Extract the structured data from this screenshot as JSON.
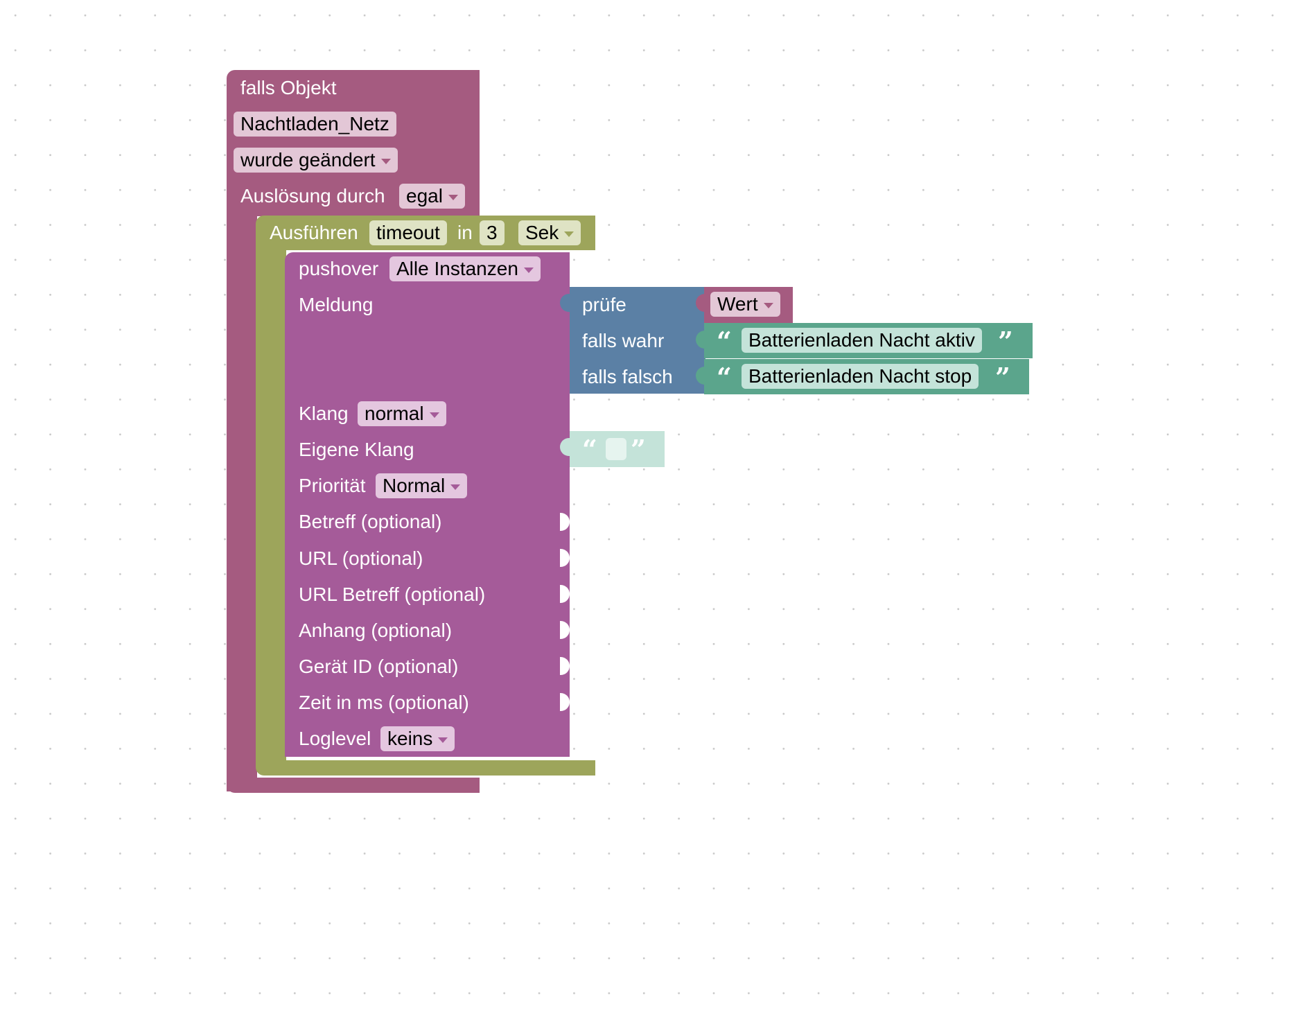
{
  "trigger_block": {
    "title": "falls Objekt",
    "object_id": "Nachtladen_Netz",
    "condition": "wurde geändert",
    "trigger_label": "Auslösung durch",
    "trigger_value": "egal"
  },
  "timeout_block": {
    "label": "Ausführen",
    "name": "timeout",
    "in_label": "in",
    "delay": "3",
    "unit": "Sek"
  },
  "pushover_block": {
    "label": "pushover",
    "instance": "Alle Instanzen",
    "message_label": "Meldung",
    "sound_label": "Klang",
    "sound_value": "normal",
    "own_sound_label": "Eigene Klang",
    "priority_label": "Priorität",
    "priority_value": "Normal",
    "subject_label": "Betreff (optional)",
    "url_label": "URL (optional)",
    "url_title_label": "URL Betreff (optional)",
    "attachment_label": "Anhang (optional)",
    "device_label": "Gerät ID (optional)",
    "time_label": "Zeit in ms (optional)",
    "loglevel_label": "Loglevel",
    "loglevel_value": "keins"
  },
  "ternary_block": {
    "check_label": "prüfe",
    "true_label": "falls wahr",
    "false_label": "falls falsch"
  },
  "value_block": {
    "value": "Wert"
  },
  "text_true": {
    "text": "Batterienladen Nacht aktiv"
  },
  "text_false": {
    "text": "Batterienladen Nacht stop"
  },
  "quotes": {
    "open": "“",
    "close": "”"
  },
  "colors": {
    "trigger": "#a55b80",
    "timeout": "#9da55b",
    "pushover": "#a55b99",
    "logic": "#5b80a5",
    "text": "#5ba58c"
  }
}
